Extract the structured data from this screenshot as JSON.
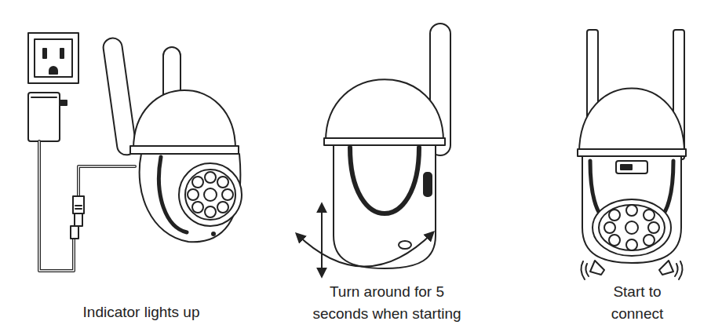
{
  "diagram": {
    "labels": [
      "Indicator lights up",
      "Turn around for 5 seconds when starting",
      "Start to connect"
    ]
  }
}
